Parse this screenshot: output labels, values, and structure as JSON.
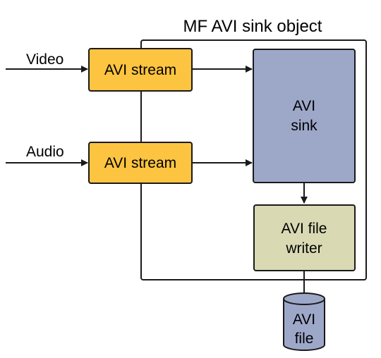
{
  "container": {
    "title": "MF AVI sink object"
  },
  "inputs": {
    "video": "Video",
    "audio": "Audio"
  },
  "streams": {
    "video_stream": "AVI stream",
    "audio_stream": "AVI stream"
  },
  "sink": {
    "line1": "AVI",
    "line2": "sink"
  },
  "writer": {
    "line1": "AVI file",
    "line2": "writer"
  },
  "file": {
    "line1": "AVI",
    "line2": "file"
  },
  "colors": {
    "stream_fill": "#FCC440",
    "sink_fill": "#9DA8C9",
    "writer_fill": "#D9DAB3",
    "file_fill": "#9DA8C9",
    "stroke": "#1a1a1a"
  }
}
